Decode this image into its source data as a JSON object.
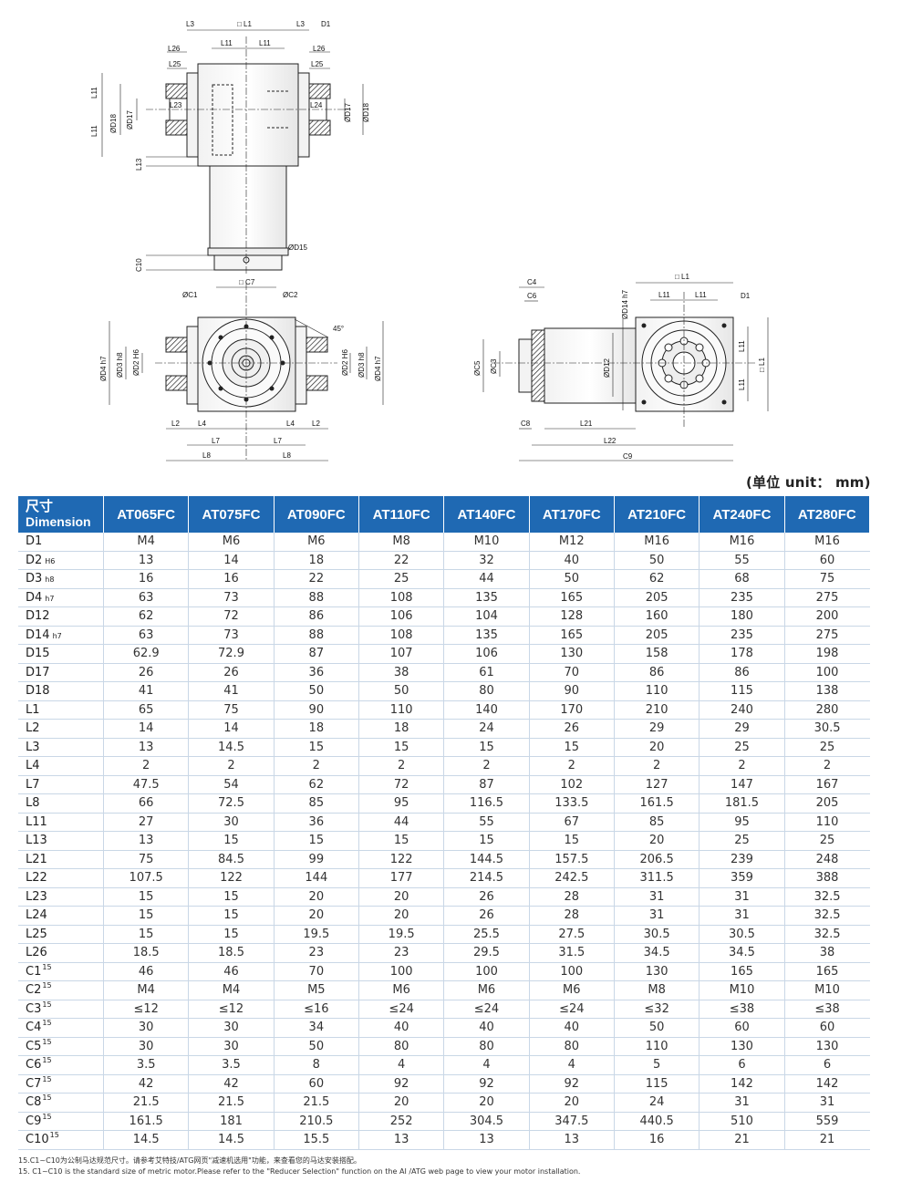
{
  "drawing": {
    "top_view_labels": {
      "l3_left": "L3",
      "l1": "□ L1",
      "l3_right": "L3",
      "d1": "D1",
      "l26_left": "L26",
      "l11_a": "L11",
      "l11_b": "L11",
      "l26_right": "L26",
      "l25_left": "L25",
      "l25_right": "L25",
      "l11_v_top": "L11",
      "l11_v_bot": "L11",
      "d18_left": "ØD18",
      "d17_left": "ØD17",
      "l23": "L23",
      "l24": "L24",
      "d17_right": "ØD17",
      "d18_right": "ØD18",
      "l13": "L13",
      "d15": "ØD15",
      "c10": "C10"
    },
    "front_view_labels": {
      "c7": "□ C7",
      "c1": "ØC1",
      "c2": "ØC2",
      "angle": "45°",
      "d4_left": "ØD4 h7",
      "d3_left": "ØD3 h8",
      "d2_left": "ØD2 H6",
      "d2_right": "ØD2 H6",
      "d3_right": "ØD3 h8",
      "d4_right": "ØD4 h7",
      "l2_left": "L2",
      "l4_left": "L4",
      "l4_right": "L4",
      "l2_right": "L2",
      "l7_left": "L7",
      "l7_right": "L7",
      "l8_left": "L8",
      "l8_right": "L8"
    },
    "side_view_labels": {
      "l1": "□ L1",
      "c4": "C4",
      "c6": "C6",
      "d14": "ØD14 h7",
      "l11_a": "L11",
      "l11_b": "L11",
      "d1": "D1",
      "c5": "ØC5",
      "c3": "ØC3",
      "d12": "ØD12",
      "l11_v_top": "L11",
      "l11_v_bot": "L11",
      "l1_v": "□ L1",
      "c8": "C8",
      "l21": "L21",
      "l22": "L22",
      "c9": "C9"
    }
  },
  "unit_note": "(单位 unit： mm)",
  "table": {
    "header_zh": "尺寸",
    "header_en": "Dimension",
    "models": [
      "AT065FC",
      "AT075FC",
      "AT090FC",
      "AT110FC",
      "AT140FC",
      "AT170FC",
      "AT210FC",
      "AT240FC",
      "AT280FC"
    ],
    "rows": [
      {
        "name": "D1",
        "sub": "",
        "sup": "",
        "values": [
          "M4",
          "M6",
          "M6",
          "M8",
          "M10",
          "M12",
          "M16",
          "M16",
          "M16"
        ]
      },
      {
        "name": "D2",
        "sub": "H6",
        "sup": "",
        "values": [
          "13",
          "14",
          "18",
          "22",
          "32",
          "40",
          "50",
          "55",
          "60"
        ]
      },
      {
        "name": "D3",
        "sub": "h8",
        "sup": "",
        "values": [
          "16",
          "16",
          "22",
          "25",
          "44",
          "50",
          "62",
          "68",
          "75"
        ]
      },
      {
        "name": "D4",
        "sub": "h7",
        "sup": "",
        "values": [
          "63",
          "73",
          "88",
          "108",
          "135",
          "165",
          "205",
          "235",
          "275"
        ]
      },
      {
        "name": "D12",
        "sub": "",
        "sup": "",
        "values": [
          "62",
          "72",
          "86",
          "106",
          "104",
          "128",
          "160",
          "180",
          "200"
        ]
      },
      {
        "name": "D14",
        "sub": "h7",
        "sup": "",
        "values": [
          "63",
          "73",
          "88",
          "108",
          "135",
          "165",
          "205",
          "235",
          "275"
        ]
      },
      {
        "name": "D15",
        "sub": "",
        "sup": "",
        "values": [
          "62.9",
          "72.9",
          "87",
          "107",
          "106",
          "130",
          "158",
          "178",
          "198"
        ]
      },
      {
        "name": "D17",
        "sub": "",
        "sup": "",
        "values": [
          "26",
          "26",
          "36",
          "38",
          "61",
          "70",
          "86",
          "86",
          "100"
        ]
      },
      {
        "name": "D18",
        "sub": "",
        "sup": "",
        "values": [
          "41",
          "41",
          "50",
          "50",
          "80",
          "90",
          "110",
          "115",
          "138"
        ]
      },
      {
        "name": "L1",
        "sub": "",
        "sup": "",
        "values": [
          "65",
          "75",
          "90",
          "110",
          "140",
          "170",
          "210",
          "240",
          "280"
        ]
      },
      {
        "name": "L2",
        "sub": "",
        "sup": "",
        "values": [
          "14",
          "14",
          "18",
          "18",
          "24",
          "26",
          "29",
          "29",
          "30.5"
        ]
      },
      {
        "name": "L3",
        "sub": "",
        "sup": "",
        "values": [
          "13",
          "14.5",
          "15",
          "15",
          "15",
          "15",
          "20",
          "25",
          "25"
        ]
      },
      {
        "name": "L4",
        "sub": "",
        "sup": "",
        "values": [
          "2",
          "2",
          "2",
          "2",
          "2",
          "2",
          "2",
          "2",
          "2"
        ]
      },
      {
        "name": "L7",
        "sub": "",
        "sup": "",
        "values": [
          "47.5",
          "54",
          "62",
          "72",
          "87",
          "102",
          "127",
          "147",
          "167"
        ]
      },
      {
        "name": "L8",
        "sub": "",
        "sup": "",
        "values": [
          "66",
          "72.5",
          "85",
          "95",
          "116.5",
          "133.5",
          "161.5",
          "181.5",
          "205"
        ]
      },
      {
        "name": "L11",
        "sub": "",
        "sup": "",
        "values": [
          "27",
          "30",
          "36",
          "44",
          "55",
          "67",
          "85",
          "95",
          "110"
        ]
      },
      {
        "name": "L13",
        "sub": "",
        "sup": "",
        "values": [
          "13",
          "15",
          "15",
          "15",
          "15",
          "15",
          "20",
          "25",
          "25"
        ]
      },
      {
        "name": "L21",
        "sub": "",
        "sup": "",
        "values": [
          "75",
          "84.5",
          "99",
          "122",
          "144.5",
          "157.5",
          "206.5",
          "239",
          "248"
        ]
      },
      {
        "name": "L22",
        "sub": "",
        "sup": "",
        "values": [
          "107.5",
          "122",
          "144",
          "177",
          "214.5",
          "242.5",
          "311.5",
          "359",
          "388"
        ]
      },
      {
        "name": "L23",
        "sub": "",
        "sup": "",
        "values": [
          "15",
          "15",
          "20",
          "20",
          "26",
          "28",
          "31",
          "31",
          "32.5"
        ]
      },
      {
        "name": "L24",
        "sub": "",
        "sup": "",
        "values": [
          "15",
          "15",
          "20",
          "20",
          "26",
          "28",
          "31",
          "31",
          "32.5"
        ]
      },
      {
        "name": "L25",
        "sub": "",
        "sup": "",
        "values": [
          "15",
          "15",
          "19.5",
          "19.5",
          "25.5",
          "27.5",
          "30.5",
          "30.5",
          "32.5"
        ]
      },
      {
        "name": "L26",
        "sub": "",
        "sup": "",
        "values": [
          "18.5",
          "18.5",
          "23",
          "23",
          "29.5",
          "31.5",
          "34.5",
          "34.5",
          "38"
        ]
      },
      {
        "name": "C1",
        "sub": "",
        "sup": "15",
        "values": [
          "46",
          "46",
          "70",
          "100",
          "100",
          "100",
          "130",
          "165",
          "165"
        ]
      },
      {
        "name": "C2",
        "sub": "",
        "sup": "15",
        "values": [
          "M4",
          "M4",
          "M5",
          "M6",
          "M6",
          "M6",
          "M8",
          "M10",
          "M10"
        ]
      },
      {
        "name": "C3",
        "sub": "",
        "sup": "15",
        "values": [
          "≤12",
          "≤12",
          "≤16",
          "≤24",
          "≤24",
          "≤24",
          "≤32",
          "≤38",
          "≤38"
        ]
      },
      {
        "name": "C4",
        "sub": "",
        "sup": "15",
        "values": [
          "30",
          "30",
          "34",
          "40",
          "40",
          "40",
          "50",
          "60",
          "60"
        ]
      },
      {
        "name": "C5",
        "sub": "",
        "sup": "15",
        "values": [
          "30",
          "30",
          "50",
          "80",
          "80",
          "80",
          "110",
          "130",
          "130"
        ]
      },
      {
        "name": "C6",
        "sub": "",
        "sup": "15",
        "values": [
          "3.5",
          "3.5",
          "8",
          "4",
          "4",
          "4",
          "5",
          "6",
          "6"
        ]
      },
      {
        "name": "C7",
        "sub": "",
        "sup": "15",
        "values": [
          "42",
          "42",
          "60",
          "92",
          "92",
          "92",
          "115",
          "142",
          "142"
        ]
      },
      {
        "name": "C8",
        "sub": "",
        "sup": "15",
        "values": [
          "21.5",
          "21.5",
          "21.5",
          "20",
          "20",
          "20",
          "24",
          "31",
          "31"
        ]
      },
      {
        "name": "C9",
        "sub": "",
        "sup": "15",
        "values": [
          "161.5",
          "181",
          "210.5",
          "252",
          "304.5",
          "347.5",
          "440.5",
          "510",
          "559"
        ]
      },
      {
        "name": "C10",
        "sub": "",
        "sup": "15",
        "values": [
          "14.5",
          "14.5",
          "15.5",
          "13",
          "13",
          "13",
          "16",
          "21",
          "21"
        ]
      }
    ]
  },
  "footnotes": {
    "zh": "15.C1~C10为公制马达规范尺寸。请参考艾特技/ATG网页\"减速机选用\"功能，来查看您的马达安装搭配。",
    "en": "15. C1~C10 is the standard size of metric motor.Please refer to the \"Reducer Selection\" function on the AI /ATG web page to view your motor installation."
  }
}
